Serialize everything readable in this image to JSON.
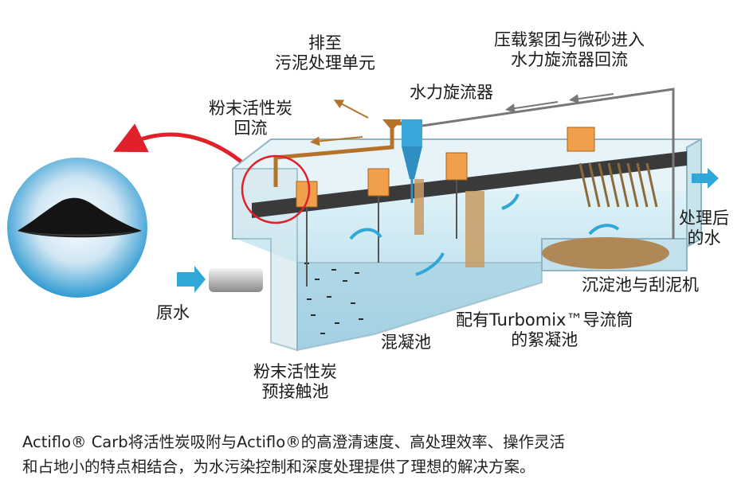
{
  "labels": {
    "discharge": [
      "排至",
      "污泥处理单元"
    ],
    "sand_return": [
      "压载絮团与微砂进入",
      "水力旋流器回流"
    ],
    "hydrocyclone": "水力旋流器",
    "pac_return": [
      "粉末活性炭",
      "回流"
    ],
    "treated_water": [
      "处理后",
      "的水"
    ],
    "settling": "沉淀池与刮泥机",
    "raw_water": "原水",
    "turbomix": [
      "配有Turbomix™导流筒",
      "的絮凝池"
    ],
    "coag": "混凝池",
    "pac_contact": [
      "粉末活性炭",
      "预接触池"
    ]
  },
  "caption": [
    "Actiflo® Carb将活性炭吸附与Actiflo®的高澄清速度、高处理效率、操作灵活",
    "和占地小的特点相结合，为水污染控制和深度处理提供了理想的解决方案。"
  ],
  "colors": {
    "water": "#bfe3ef",
    "tank_wall": "#8fb4c2",
    "beam": "#3a3a3a",
    "motor": "#f0a04a",
    "pipe": "#b5732a",
    "arrow_red": "#e0202a",
    "arrow_blue": "#2fa7d9",
    "sludge": "#b08858"
  }
}
